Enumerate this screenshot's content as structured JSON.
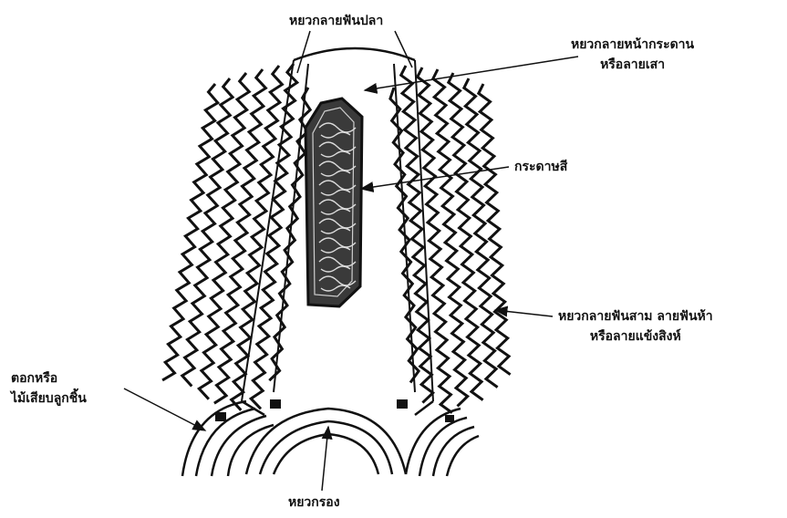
{
  "labels": {
    "top": "หยวกลายฟันปลา",
    "top_right": [
      "หยวกลายหน้ากระดาน",
      "หรือลายเสา"
    ],
    "center_right": "กระดาษสี",
    "right": [
      "หยวกลายฟันสาม ลายฟันห้า",
      "หรือลายแข้งสิงห์"
    ],
    "left": [
      "ตอกหรือ",
      "ไม้เสียบลูกชิ้น"
    ],
    "bottom": "หยวกรอง"
  },
  "colors": {
    "ink": "#111111",
    "paper": "#ffffff",
    "panel": "#3a3a3a"
  }
}
